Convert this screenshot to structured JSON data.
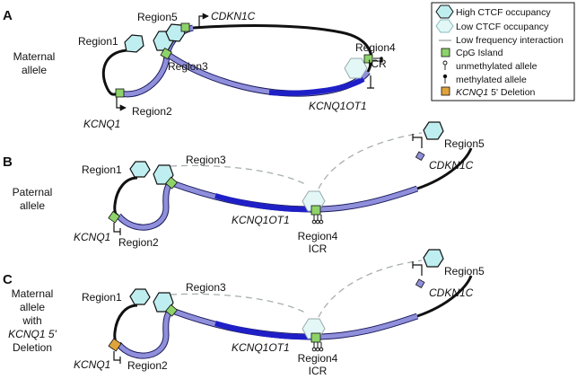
{
  "panels": [
    {
      "letter": "A",
      "allele": [
        "Maternal",
        "allele"
      ],
      "region1": "Region1",
      "region2": "Region2",
      "region3": "Region3",
      "region4": [
        "Region4",
        "ICR"
      ],
      "region5": "Region5",
      "kcnq1": "KCNQ1",
      "kcnq1ot1": "KCNQ1OT1",
      "cdkn1c": "CDKN1C"
    },
    {
      "letter": "B",
      "allele": [
        "Paternal",
        "allele"
      ],
      "region1": "Region1",
      "region2": "Region2",
      "region3": "Region3",
      "region4": [
        "Region4",
        "ICR"
      ],
      "region5": "Region5",
      "kcnq1": "KCNQ1",
      "kcnq1ot1": "KCNQ1OT1",
      "cdkn1c": "CDKN1C"
    },
    {
      "letter": "C",
      "allele": [
        "Maternal",
        "allele",
        "with",
        "KCNQ1 5'",
        "Deletion"
      ],
      "region1": "Region1",
      "region2": "Region2",
      "region3": "Region3",
      "region4": [
        "Region4",
        "ICR"
      ],
      "region5": "Region5",
      "kcnq1": "KCNQ1",
      "kcnq1ot1": "KCNQ1OT1",
      "cdkn1c": "CDKN1C"
    }
  ],
  "legend": {
    "items": [
      {
        "icon": "high-ctcf-hexagon",
        "label": "High CTCF occupancy"
      },
      {
        "icon": "low-ctcf-hexagon",
        "label": "Low CTCF occupancy"
      },
      {
        "icon": "interaction-line",
        "label": "Low frequency interaction"
      },
      {
        "icon": "cpg-square",
        "label": "CpG Island"
      },
      {
        "icon": "open-lollipop",
        "label": "unmethylated allele"
      },
      {
        "icon": "filled-lollipop",
        "label": "methylated  allele"
      },
      {
        "icon": "deletion-square",
        "label_italic": "KCNQ1",
        "label": " 5' Deletion"
      }
    ]
  },
  "colors": {
    "high_ctcf": "#bfeef0",
    "low_ctcf": "#e3f7f7",
    "cpg": "#8ed36a",
    "deletion": "#e0a43c",
    "chromatin_light": "#8f8fdc",
    "chromatin_dark": "#1f1fc8",
    "interaction": "#a7aeb0"
  }
}
